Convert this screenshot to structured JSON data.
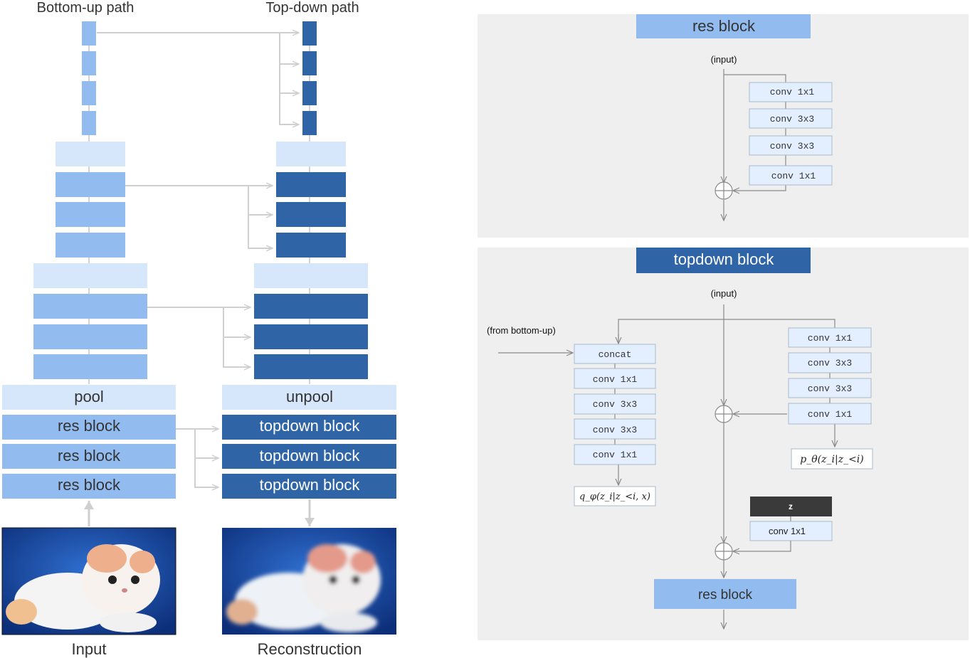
{
  "left": {
    "bottom_up_title": "Bottom-up path",
    "top_down_title": "Top-down path",
    "pool_label": "pool",
    "unpool_label": "unpool",
    "res_block_label": "res block",
    "topdown_block_label": "topdown block",
    "input_caption": "Input",
    "reconstruction_caption": "Reconstruction"
  },
  "res_panel": {
    "title": "res block",
    "input_label": "(input)",
    "layers": [
      "conv 1x1",
      "conv 3x3",
      "conv 3x3",
      "conv 1x1"
    ]
  },
  "topdown_panel": {
    "title": "topdown block",
    "input_label": "(input)",
    "from_bottom_up_label": "(from bottom-up)",
    "posterior_layers": [
      "concat",
      "conv 1x1",
      "conv 3x3",
      "conv 3x3",
      "conv 1x1"
    ],
    "prior_layers": [
      "conv 1x1",
      "conv 3x3",
      "conv 3x3",
      "conv 1x1"
    ],
    "posterior_output": "q_φ(z_i|z_<i, x)",
    "prior_output": "p_θ(z_i|z_<i)",
    "z_label": "z",
    "z_conv_label": "conv 1x1",
    "res_block_label": "res block"
  },
  "colors": {
    "light_blue": "#92bcf0",
    "pale_blue": "#d6e7fb",
    "dark_blue": "#2f64a7",
    "panel_bg": "#efefef",
    "layer_fill": "#e3efff",
    "arrow_gray": "#d4d4d4",
    "z_black": "#3a3a3a"
  }
}
